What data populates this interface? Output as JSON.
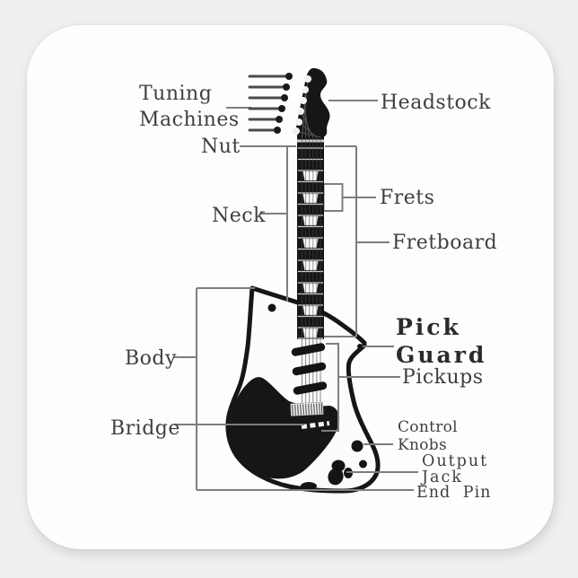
{
  "sticker": {
    "kind": "square-sticker",
    "background_color": "#fdfdfd",
    "page_background_color": "#efeff0",
    "artwork_color": "#161616",
    "callout_line_color": "#7e7e7e",
    "label_text_color": "#3f3f3f"
  },
  "diagram": {
    "subject": "electric-guitar-parts-diagram",
    "labels": {
      "tuning_machines": "Tuning\nMachines",
      "headstock": "Headstock",
      "nut": "Nut",
      "neck": "Neck",
      "frets": "Frets",
      "fretboard": "Fretboard",
      "pick_guard": "Pick\nGuard",
      "pickups": "Pickups",
      "body": "Body",
      "bridge": "Bridge",
      "control_knobs": "Control\nKnobs",
      "output_jack": "Output\nJack",
      "end_pin": "End Pin"
    }
  }
}
